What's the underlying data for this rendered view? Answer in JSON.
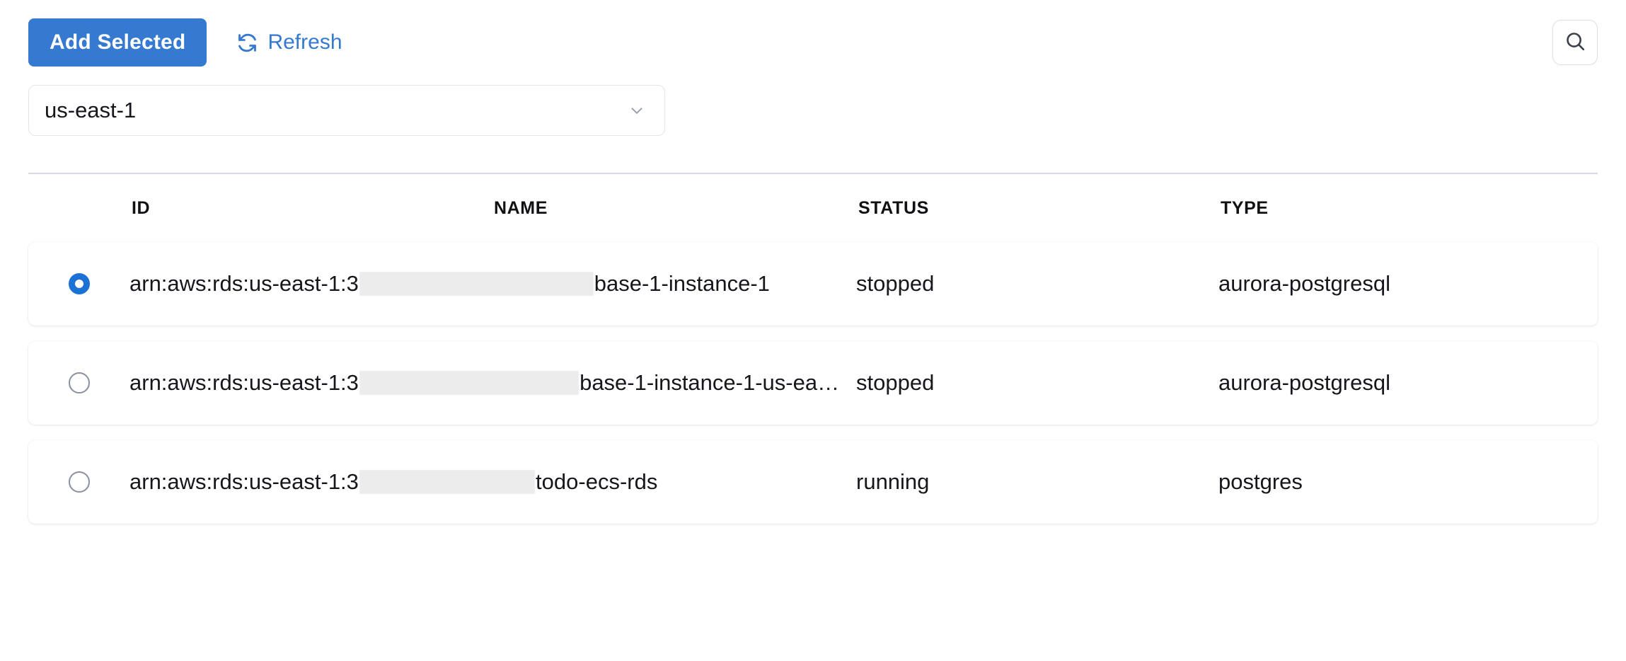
{
  "toolbar": {
    "add_selected_label": "Add Selected",
    "refresh_label": "Refresh",
    "refresh_icon": "refresh-icon",
    "search_icon": "search-icon",
    "accent_color": "#3579d0"
  },
  "region_filter": {
    "selected": "us-east-1",
    "chevron_icon": "chevron-down-icon"
  },
  "table": {
    "columns": [
      "ID",
      "NAME",
      "STATUS",
      "TYPE"
    ],
    "rows": [
      {
        "selected": true,
        "id_prefix": "arn:aws:rds:us-east-1:3",
        "id_redacted": "XXXXXXXXXXXXXXXX",
        "id_suffix": "base-1-instance-1",
        "name": "",
        "status": "stopped",
        "type": "aurora-postgresql"
      },
      {
        "selected": false,
        "id_prefix": "arn:aws:rds:us-east-1:3",
        "id_redacted": "XXXXXXXXXXXXXXX",
        "id_suffix": "base-1-instance-1-us-ea…",
        "name": "",
        "status": "stopped",
        "type": "aurora-postgresql"
      },
      {
        "selected": false,
        "id_prefix": "arn:aws:rds:us-east-1:3",
        "id_redacted": "XXXXXXXXXXXX",
        "id_suffix": " todo-ecs-rds",
        "name": "",
        "status": "running",
        "type": "postgres"
      }
    ]
  }
}
